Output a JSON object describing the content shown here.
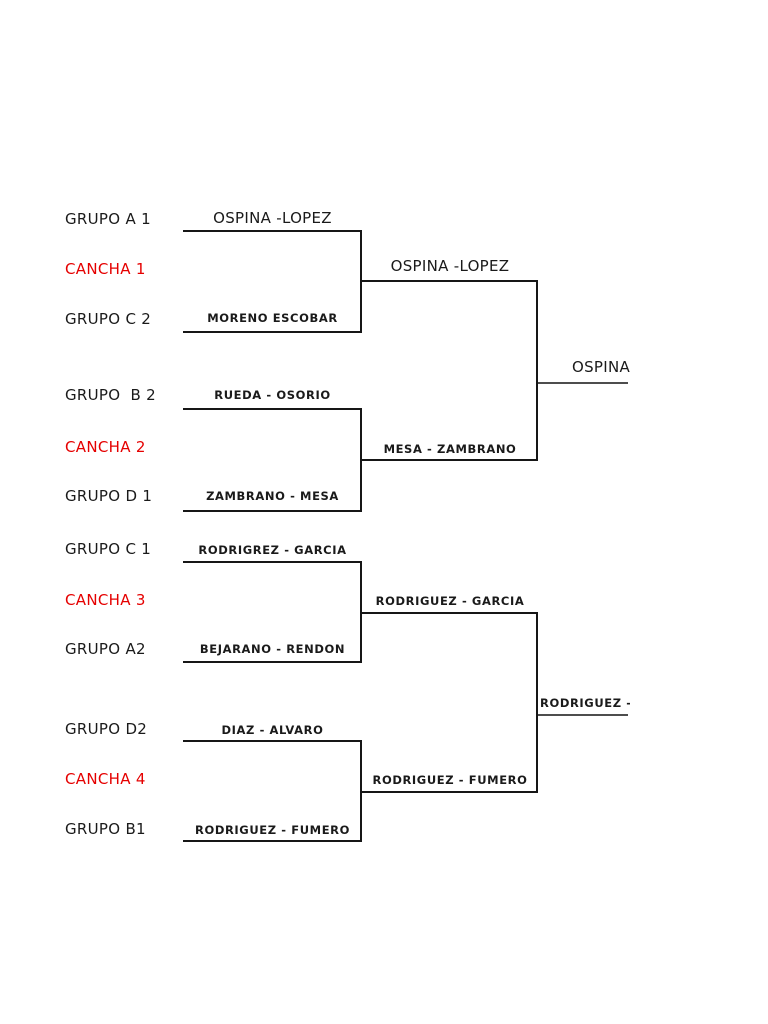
{
  "page": {
    "background": "#ffffff"
  },
  "colors": {
    "line": "#161616",
    "stub_line": "#4d4d4d",
    "text": "#1a1a1a",
    "court_red": "#e50000"
  },
  "bracket": {
    "quarterfinals": [
      {
        "court": "CANCHA 1",
        "top_seed": "GRUPO A 1",
        "top_team": "OSPINA -LOPEZ",
        "bottom_seed": "GRUPO C 2",
        "bottom_team": "MORENO ESCOBAR",
        "winner": "OSPINA -LOPEZ"
      },
      {
        "court": "CANCHA 2",
        "top_seed": "GRUPO  B 2",
        "top_team": "RUEDA - OSORIO",
        "bottom_seed": "GRUPO D 1",
        "bottom_team": "ZAMBRANO - MESA",
        "winner": "MESA - ZAMBRANO"
      },
      {
        "court": "CANCHA 3",
        "top_seed": "GRUPO C 1",
        "top_team": "RODRIGREZ - GARCIA",
        "bottom_seed": "GRUPO A2",
        "bottom_team": "BEJARANO - RENDON",
        "winner": "RODRIGUEZ - GARCIA"
      },
      {
        "court": "CANCHA 4",
        "top_seed": "GRUPO D2",
        "top_team": "DIAZ - ALVARO",
        "bottom_seed": "GRUPO B1",
        "bottom_team": "RODRIGUEZ - FUMERO",
        "winner": "RODRIGUEZ - FUMERO"
      }
    ],
    "finalists": [
      {
        "team": "OSPINA"
      },
      {
        "team": "RODRIGUEZ -"
      }
    ]
  }
}
